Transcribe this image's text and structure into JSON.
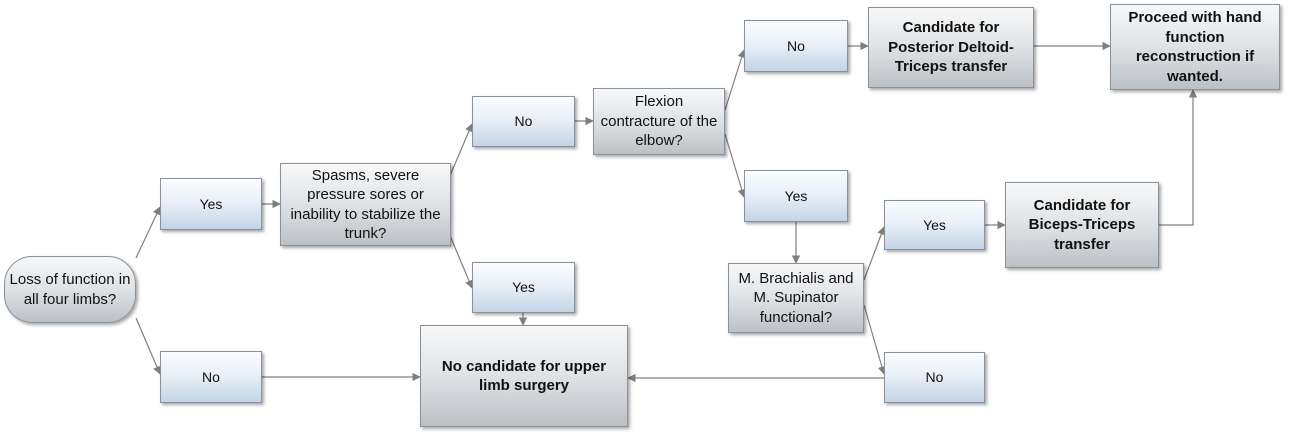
{
  "nodes": {
    "loss_of_function": "Loss of function in all four limbs?",
    "yes_1": "Yes",
    "no_1": "No",
    "spasms_question": "Spasms, severe pressure sores or inability to stabilize the trunk?",
    "no_2": "No",
    "yes_2": "Yes",
    "no_candidate": "No candidate for upper limb surgery",
    "flexion_question": "Flexion contracture of the elbow?",
    "no_3": "No",
    "yes_3": "Yes",
    "posterior_deltoid": "Candidate for Posterior Deltoid-Triceps transfer",
    "hand_function": "Proceed with hand function reconstruction if wanted.",
    "brachialis_question": "M. Brachialis and M. Supinator functional?",
    "yes_4": "Yes",
    "no_4": "No",
    "biceps_triceps": "Candidate for Biceps-Triceps transfer"
  },
  "colors": {
    "connector": "#7f7f7f",
    "answer_box": "#c3d4e6",
    "decision_box": "#bcc1c6"
  }
}
